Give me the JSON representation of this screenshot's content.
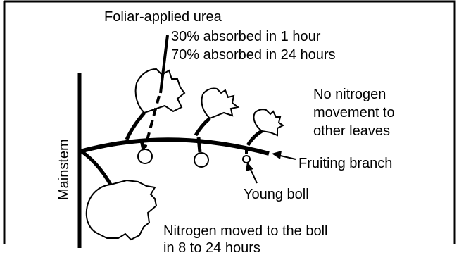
{
  "diagram": {
    "labels": {
      "foliar_title": "Foliar-applied urea",
      "absorbed_1h": "30% absorbed in 1 hour",
      "absorbed_24h": "70% absorbed in 24 hours",
      "no_movement_1": "No nitrogen",
      "no_movement_2": "movement to",
      "no_movement_3": "other leaves",
      "fruiting_branch": "Fruiting branch",
      "young_boll": "Young boll",
      "moved_1": "Nitrogen moved to the boll",
      "moved_2": "in 8 to 24 hours",
      "mainstem": "Mainstem"
    },
    "colors": {
      "line": "#000000",
      "background": "#ffffff"
    }
  }
}
